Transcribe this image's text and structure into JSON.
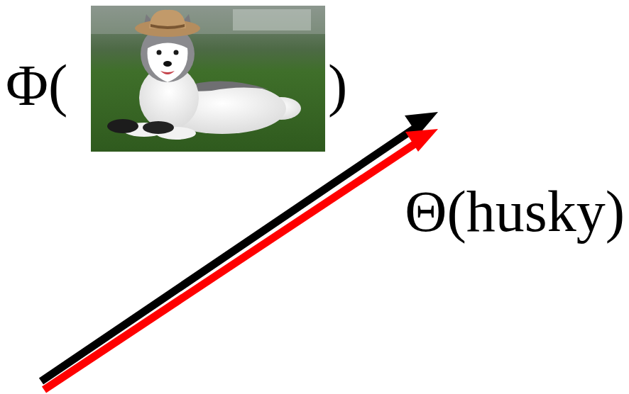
{
  "diagram": {
    "labels": [
      "Φ(",
      ")",
      "Θ(husky)"
    ]
  }
}
